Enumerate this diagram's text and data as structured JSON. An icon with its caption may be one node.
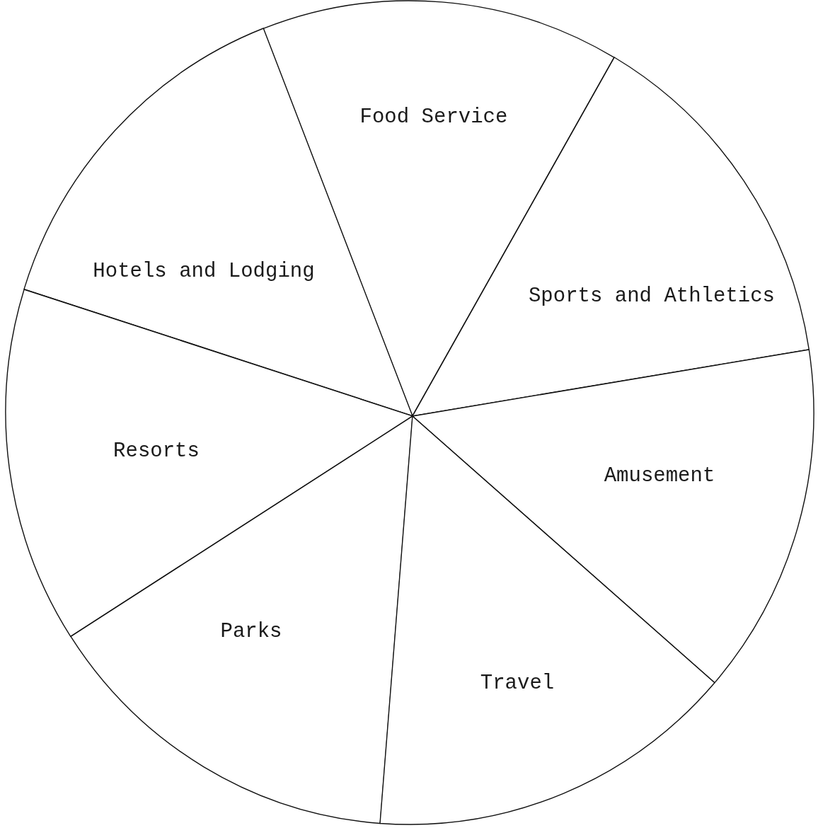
{
  "diagram": {
    "nodes": [
      {
        "text": [
          "Food Service"
        ]
      },
      {
        "text": [
          "Hotels and Lodging"
        ]
      },
      {
        "text": [
          "Sports and Athletics"
        ]
      },
      {
        "text": [
          "Resorts"
        ]
      },
      {
        "text": [
          "Amusement"
        ]
      },
      {
        "text": [
          "Parks"
        ]
      },
      {
        "text": [
          "Travel"
        ]
      }
    ]
  }
}
